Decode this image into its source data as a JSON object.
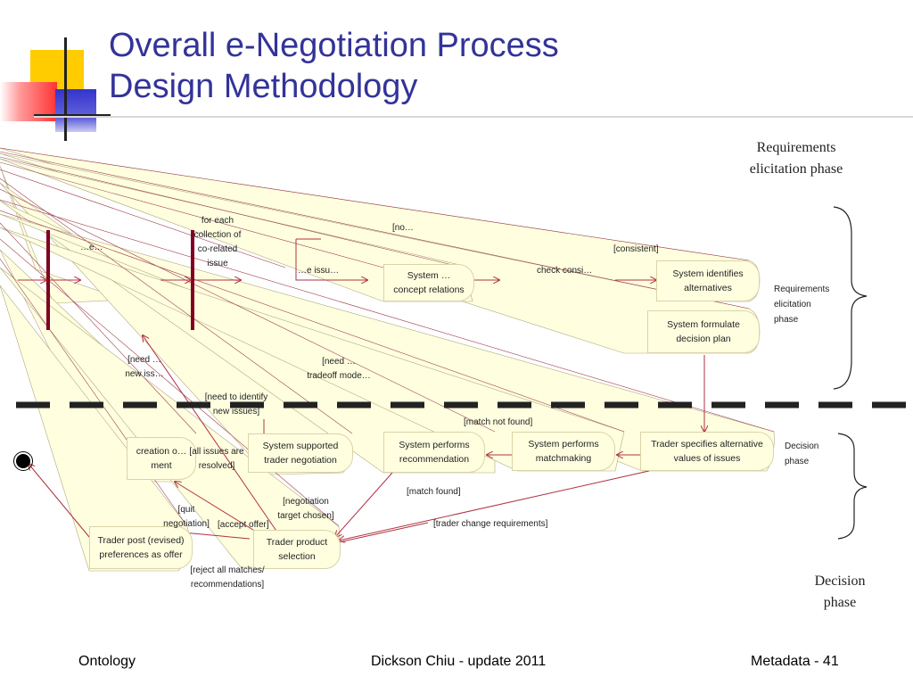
{
  "slide": {
    "title_line1": "Overall e-Negotiation Process",
    "title_line2": "Design Methodology"
  },
  "colors": {
    "title": "#333399",
    "node_fill": "#ffffe0",
    "bar": "#800020",
    "edge": "#b03040",
    "deco_yellow": "#ffcc00",
    "deco_red": "#ff3333",
    "deco_blue": "#3333cc"
  },
  "phases": {
    "requirements_large": "Requirements elicitation phase",
    "requirements_small": "Requirements elicitation phase",
    "decision_large": "Decision phase",
    "decision_small": "Decision phase"
  },
  "nodes": {
    "concept_relations": "System … concept relations",
    "identifies_alternatives": "System identifies alternatives",
    "formulate_plan": "System formulate decision plan",
    "specifies_values": "Trader specifies alternative values of issues",
    "performs_matchmaking": "System performs matchmaking",
    "performs_recommendation": "System performs recommendation",
    "supported_negotiation": "System supported trader negotiation",
    "creation": "creation o… ment",
    "post_preferences": "Trader post (revised) preferences as offer",
    "product_selection": "Trader product selection"
  },
  "labels": {
    "for_each": "for each collection of co-related issue",
    "consistent": "[consistent]",
    "check_consistency": "check consi…",
    "issue_frag": "…e issu…",
    "need_identify_left": "[need … new iss…",
    "need_tradeoff": "[need … tradeoff mode…",
    "need_identify": "[need to identify new issues]",
    "match_not_found": "[match not found]",
    "match_found": "[match found]",
    "all_resolved": "[all issues are resolved]",
    "trader_change": "[trader change requirements]",
    "negotiation_target": "[negotiation target chosen]",
    "accept_offer": "[accept offer]",
    "quit_negotiation": "[quit negotiation]",
    "reject_all": "[reject all matches/ recommendations]",
    "top_frag": "[no…",
    "left_frag": "…e…"
  },
  "footer": {
    "left": "Ontology",
    "center": "Dickson Chiu - update 2011",
    "right": "Metadata - 41"
  }
}
